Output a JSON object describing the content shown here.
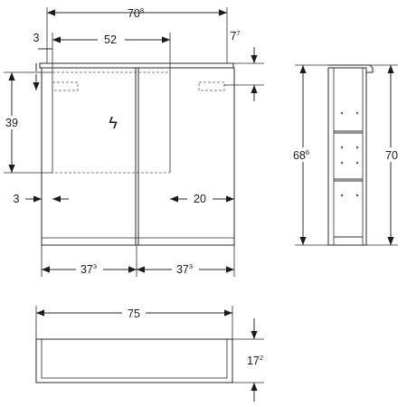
{
  "front_view": {
    "overall_width": {
      "main": "70",
      "sup": "8"
    },
    "inner_offset": {
      "main": "3",
      "sup": ""
    },
    "mirror_width": {
      "main": "52",
      "sup": ""
    },
    "top_offset": {
      "main": "7",
      "sup": "7"
    },
    "mirror_height": {
      "main": "39",
      "sup": ""
    },
    "left_margin": {
      "main": "3",
      "sup": ""
    },
    "right_margin": {
      "main": "20",
      "sup": ""
    },
    "left_door": {
      "main": "37",
      "sup": "3"
    },
    "right_door": {
      "main": "37",
      "sup": "3"
    },
    "socket_symbol": "ϟ"
  },
  "side_view": {
    "inner_height": {
      "main": "68",
      "sup": "6"
    },
    "total_height": {
      "main": "70",
      "sup": ""
    }
  },
  "top_view": {
    "width": {
      "main": "75",
      "sup": ""
    },
    "depth": {
      "main": "17",
      "sup": "2"
    }
  }
}
